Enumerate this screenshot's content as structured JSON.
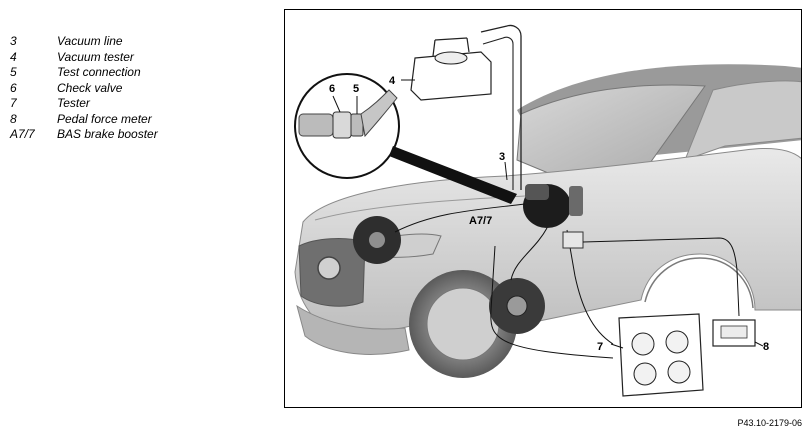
{
  "legend": {
    "items": [
      {
        "num": "3",
        "desc": "Vacuum line"
      },
      {
        "num": "4",
        "desc": "Vacuum tester"
      },
      {
        "num": "5",
        "desc": "Test connection"
      },
      {
        "num": "6",
        "desc": "Check valve"
      },
      {
        "num": "7",
        "desc": "Tester"
      },
      {
        "num": "8",
        "desc": "Pedal force meter"
      },
      {
        "num": "A7/7",
        "desc": "BAS brake booster"
      }
    ]
  },
  "figure": {
    "callouts": {
      "c3": "3",
      "c4": "4",
      "c5": "5",
      "c6": "6",
      "c7": "7",
      "c8": "8",
      "a77": "A7/7"
    },
    "reference": "P43.10-2179-06"
  }
}
